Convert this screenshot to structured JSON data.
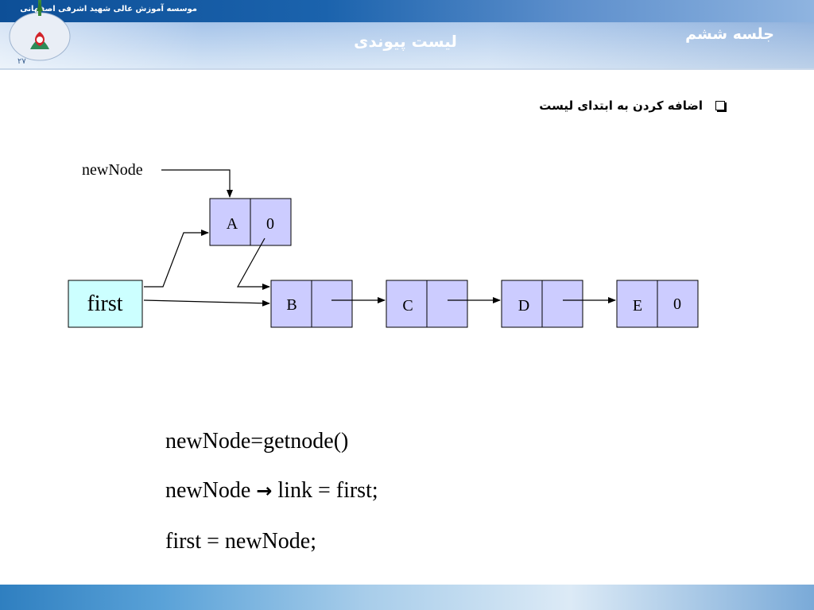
{
  "header": {
    "institute_name": "موسسه آموزش عالی شهید اشرفی اصفهانی",
    "slide_title": "لیست پیوندی",
    "session_label": "جلسه ششم"
  },
  "bullet": {
    "text": "اضافه کردن به ابتدای لیست"
  },
  "diagram": {
    "pointers": {
      "new_node": "newNode",
      "first": "first"
    },
    "nodes": [
      {
        "id": "A",
        "data": "A",
        "link": "0"
      },
      {
        "id": "B",
        "data": "B",
        "link": ""
      },
      {
        "id": "C",
        "data": "C",
        "link": ""
      },
      {
        "id": "D",
        "data": "D",
        "link": ""
      },
      {
        "id": "E",
        "data": "E",
        "link": "0"
      }
    ]
  },
  "code": {
    "line1": "newNode=getnode()",
    "line2_start": "newNode ",
    "line2_arrow": "→",
    "line2_end": " link = first;",
    "line3": "first = newNode;"
  },
  "colors": {
    "node_fill": "#ccccff",
    "first_fill": "#ccffff",
    "header_blue": "#1b63ad"
  }
}
